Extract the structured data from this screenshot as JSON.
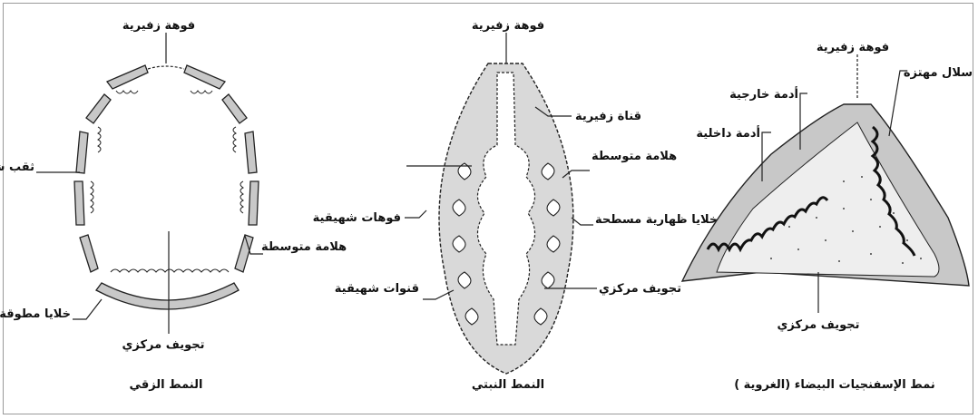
{
  "asconoid": {
    "labels": {
      "osculum": "فوهة زفيرية",
      "ostium": "ثقب شهيقي",
      "mesohyl": "هلامة متوسطة",
      "choanocytes": "خلايا مطوقة",
      "spongocoel": "تجويف مركزي"
    },
    "caption": "النمط الزقي"
  },
  "syconoid": {
    "labels": {
      "osculum": "فوهة زفيرية",
      "excurrent_canal": "قناة زفيرية",
      "mesohyl": "هلامة متوسطة",
      "incurrent_pores": "فوهات شهيقية",
      "pinacocytes": "خلايا ظهارية مسطحة",
      "incurrent_canals": "قنوات شهيقية",
      "spongocoel": "تجويف مركزي"
    },
    "caption": "النمط النبتي"
  },
  "leuconoid": {
    "labels": {
      "osculum": "فوهة زفيرية",
      "flagellated_chambers": "سلال مهتزة",
      "outer_dermis": "أدمة خارجية",
      "inner_dermis": "أدمة داخلية",
      "spongocoel": "تجويف مركزي"
    },
    "caption": "نمط الإسفنجيات البيضاء (الغروية )"
  },
  "colors": {
    "ink": "#222222",
    "fill_gray": "#d9d9d9",
    "segment_gray": "#c8c8c8",
    "frame": "#9a9a9a"
  }
}
